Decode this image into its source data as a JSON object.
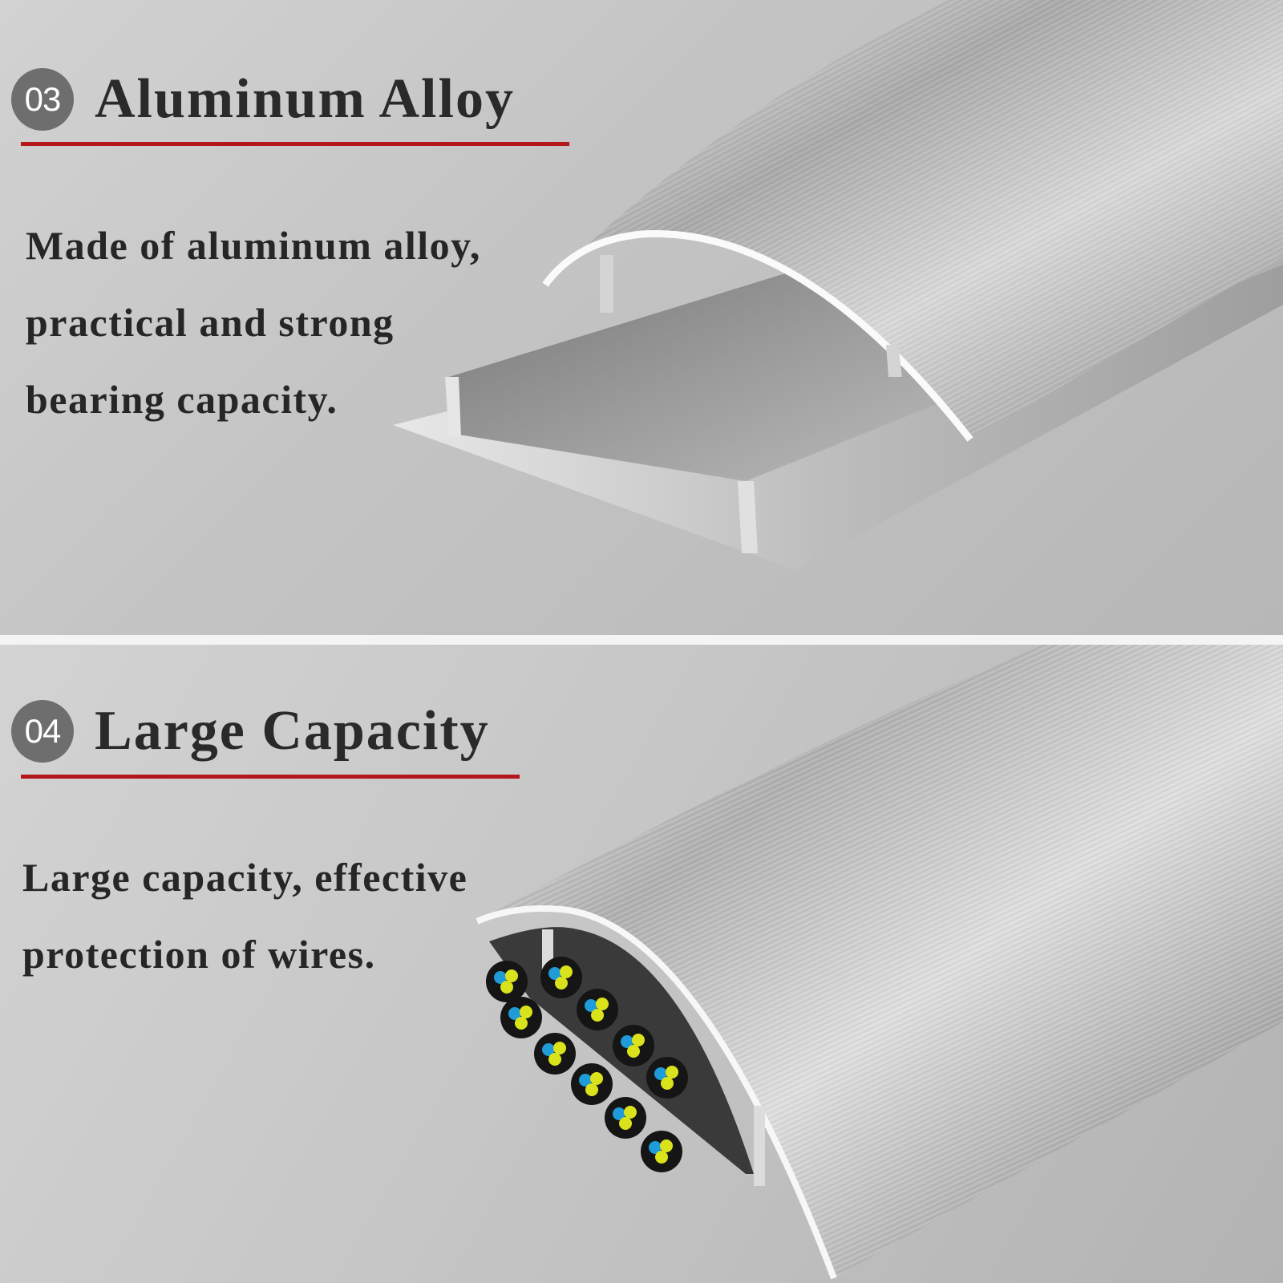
{
  "sections": [
    {
      "number": "03",
      "title": "Aluminum Alloy",
      "lines": [
        "Made of aluminum alloy,",
        "practical and strong",
        "bearing capacity."
      ]
    },
    {
      "number": "04",
      "title": "Large Capacity",
      "lines": [
        "Large capacity, effective",
        "protection of wires."
      ]
    }
  ],
  "colors": {
    "accent_rule": "#b3161b",
    "badge": "#6e6e6e",
    "text": "#262626",
    "cable_sheath": "#151515",
    "wire_blue": "#1e9bd8",
    "wire_yellow": "#d9e21a"
  },
  "product_images": [
    "aluminum-cable-cover-cross-section",
    "aluminum-cable-cover-with-wires"
  ]
}
